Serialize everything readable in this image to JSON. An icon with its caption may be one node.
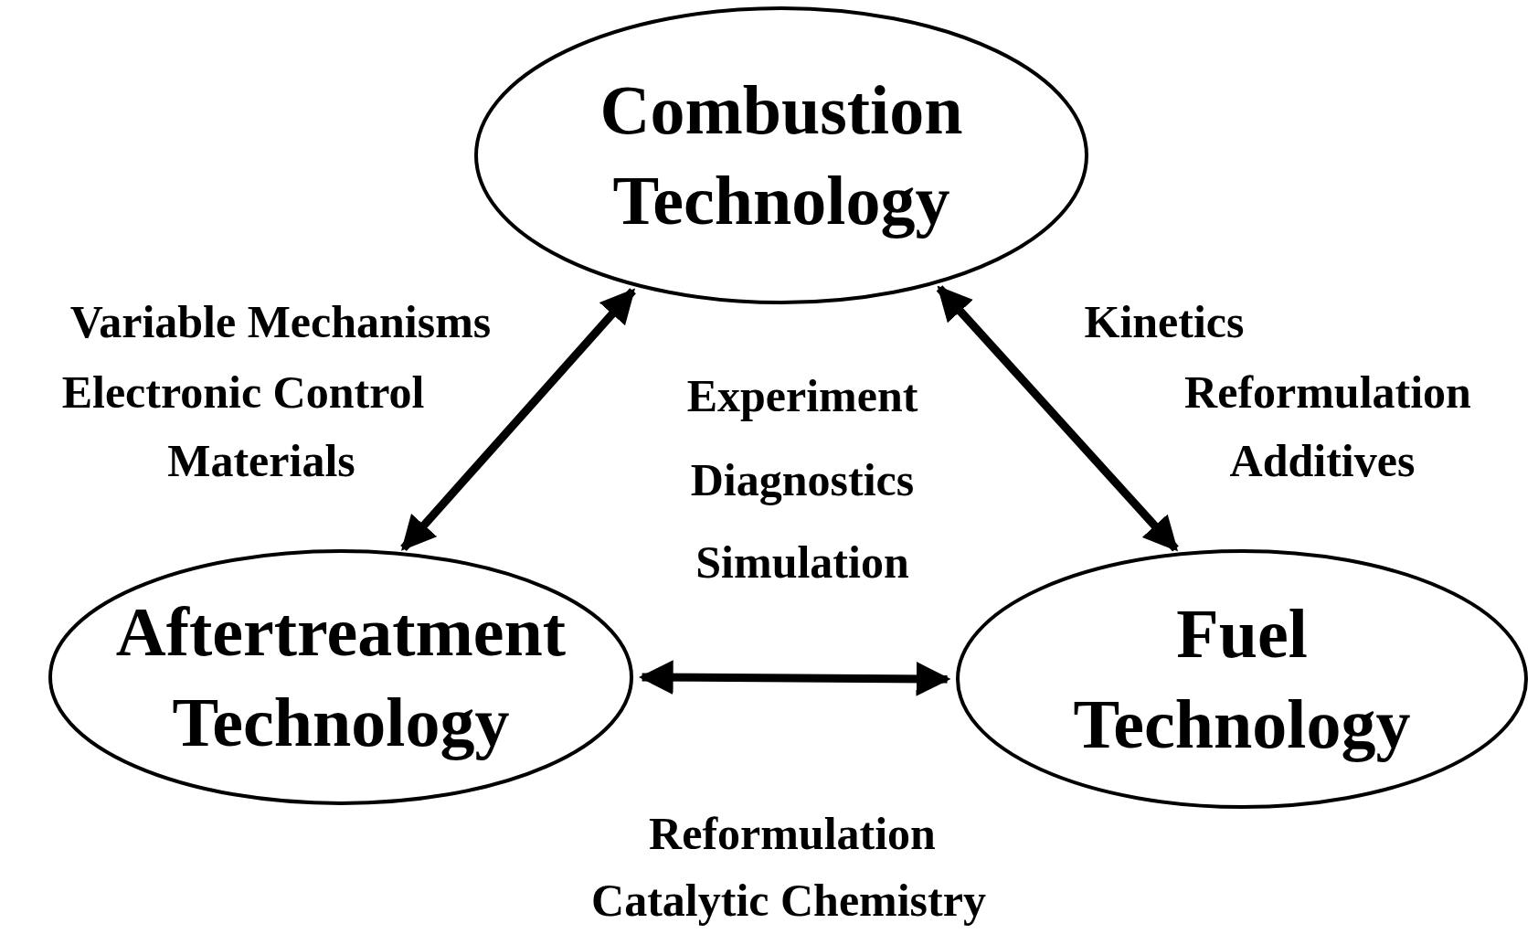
{
  "diagram": {
    "nodes": [
      {
        "text": [
          "Combustion Technology"
        ]
      },
      {
        "text": [
          "Aftertreatment Technology"
        ]
      },
      {
        "text": [
          "Fuel Technology"
        ]
      }
    ],
    "edges": [
      {
        "from": 0,
        "to": 1,
        "arrow": "both"
      },
      {
        "from": 0,
        "to": 2,
        "arrow": "both"
      },
      {
        "from": 1,
        "to": 2,
        "arrow": "both"
      }
    ],
    "labels": [
      "Variable Mechanisms",
      "Kinetics",
      "Electronic Control",
      "Experiment",
      "Reformulation",
      "Materials",
      "Additives",
      "Diagnostics",
      "Simulation",
      "Reformulation",
      "Catalytic Chemistry"
    ]
  }
}
